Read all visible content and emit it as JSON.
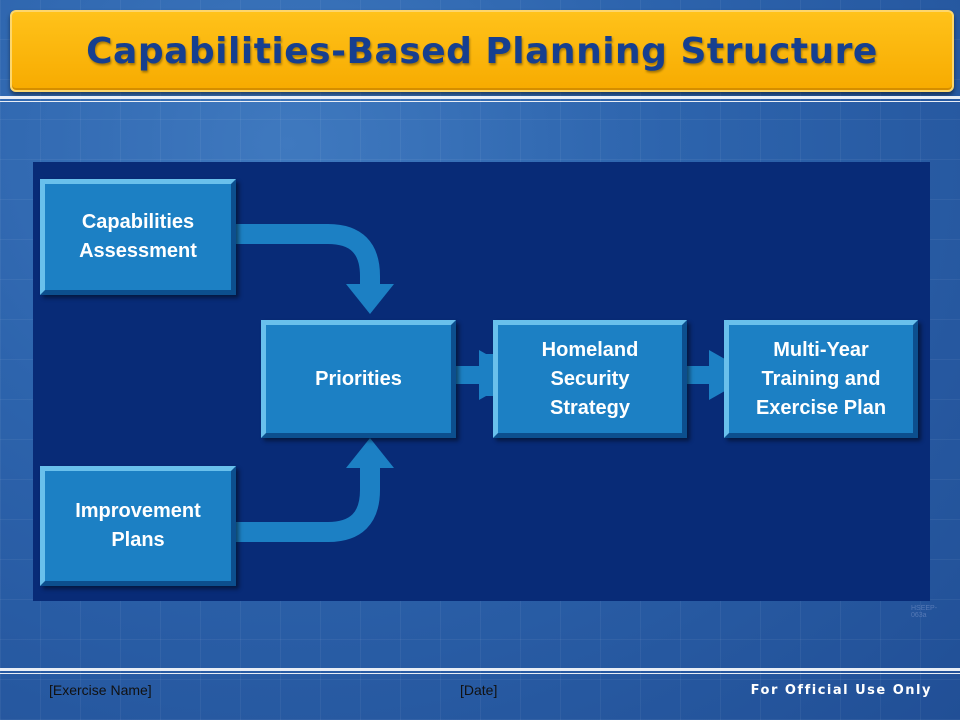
{
  "title": "Capabilities-Based Planning Structure",
  "boxes": {
    "capabilities_assessment": "Capabilities\nAssessment",
    "improvement_plans": "Improvement\nPlans",
    "priorities": "Priorities",
    "homeland_security_strategy": "Homeland\nSecurity\nStrategy",
    "multi_year_plan": "Multi-Year\nTraining and\nExercise Plan"
  },
  "watermark": "HSEEP-063a",
  "footer": {
    "exercise_name": "[Exercise Name]",
    "date": "[Date]",
    "classification": "For Official Use Only"
  }
}
